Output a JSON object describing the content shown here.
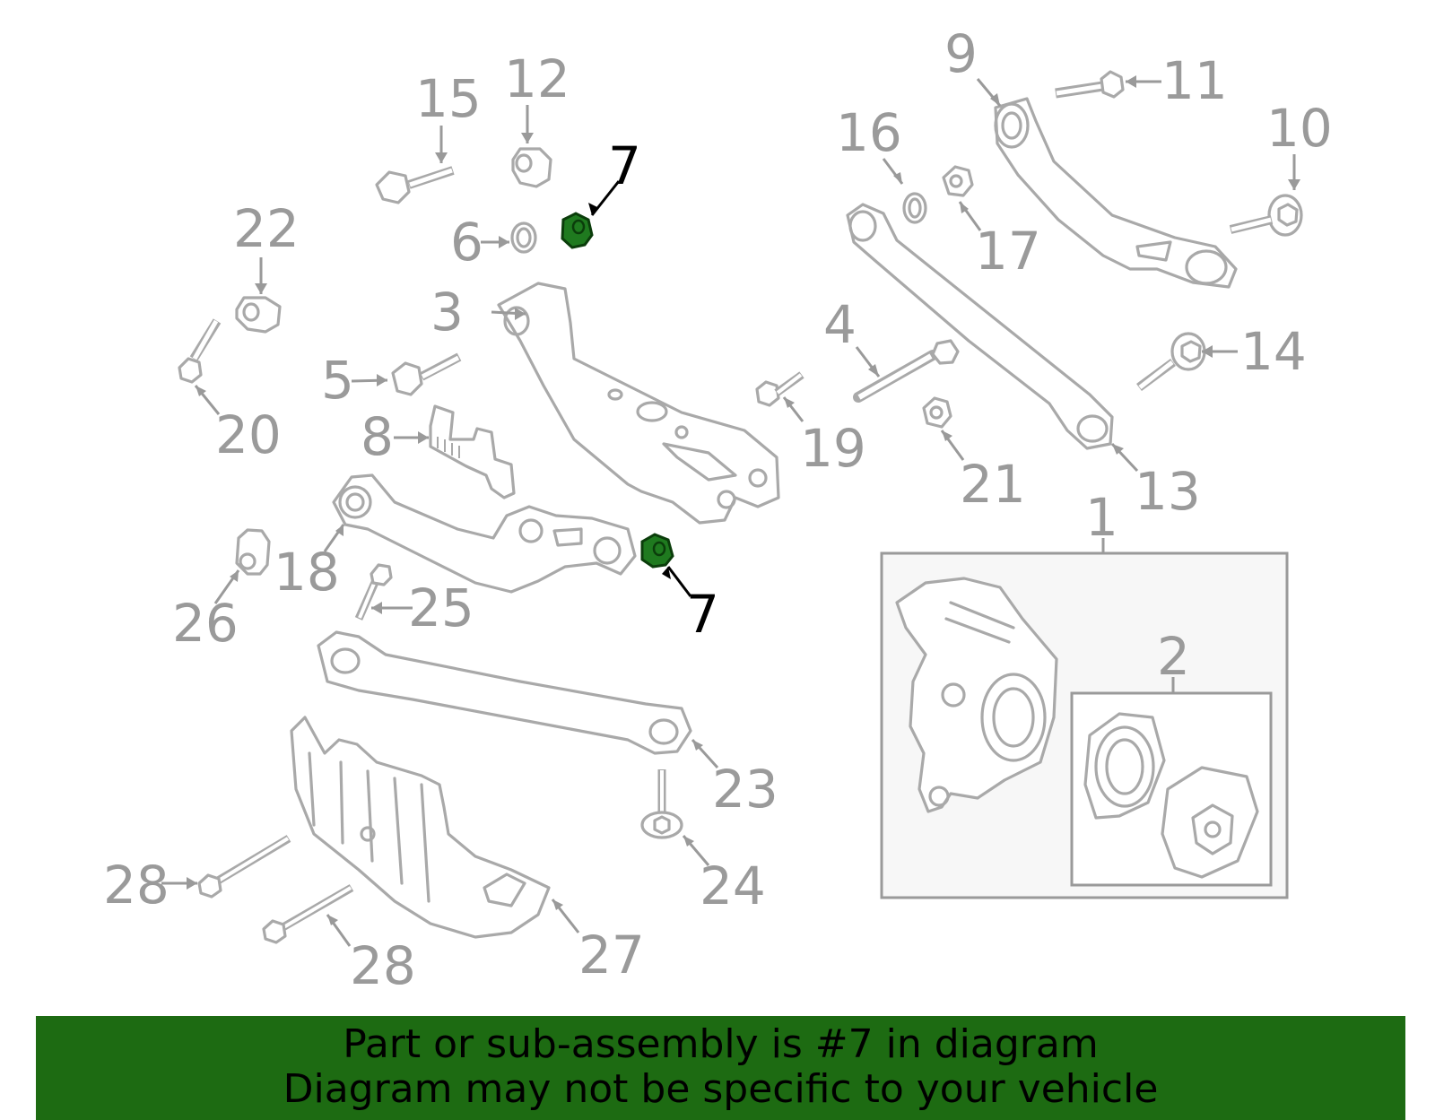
{
  "diagram": {
    "callouts": {
      "c1": "1",
      "c2": "2",
      "c3": "3",
      "c4": "4",
      "c5": "5",
      "c6": "6",
      "c7a": "7",
      "c7b": "7",
      "c8": "8",
      "c9": "9",
      "c10": "10",
      "c11": "11",
      "c12": "12",
      "c13": "13",
      "c14": "14",
      "c15": "15",
      "c16": "16",
      "c17": "17",
      "c18": "18",
      "c19": "19",
      "c20": "20",
      "c21": "21",
      "c22": "22",
      "c23": "23",
      "c24": "24",
      "c25": "25",
      "c26": "26",
      "c27": "27",
      "c28a": "28",
      "c28b": "28"
    },
    "highlight_part": "7",
    "highlight_color": "#1f7a1f"
  },
  "footer": {
    "line1": "Part or sub-assembly is #7 in diagram",
    "line2": "Diagram may not be specific to your vehicle",
    "background": "#1d6b12"
  }
}
